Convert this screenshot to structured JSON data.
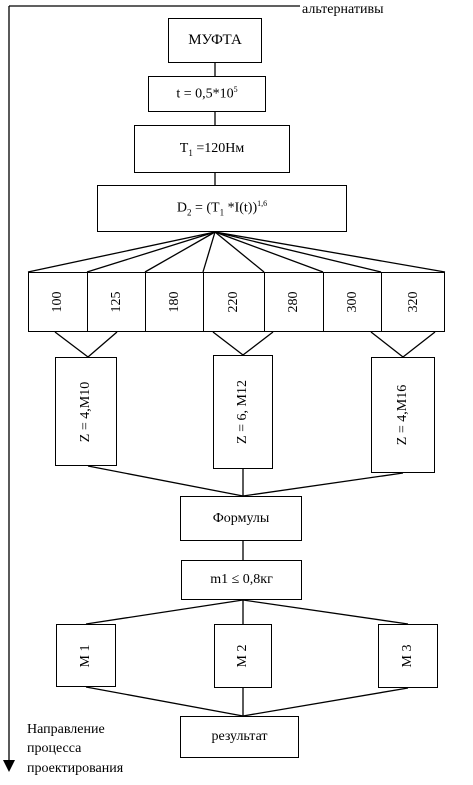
{
  "top_label": "альтернативы",
  "direction_label": [
    "Направление",
    "процесса",
    "проектирования"
  ],
  "boxes": {
    "coupling": "МУФТА",
    "time": "t = 0,5*10",
    "time_exp": "5",
    "torque_main": "T",
    "torque_sub": "1",
    "torque_rest": " =120Нм",
    "diam_D": "D",
    "diam_D_sub": "2",
    "diam_mid": " = (T",
    "diam_T_sub": "1",
    "diam_rest": " *I(t))",
    "diam_exp": "1,6",
    "formulas": "Формулы",
    "mass": "m1 ≤ 0,8кг",
    "result": "результат"
  },
  "diameters": [
    "100",
    "125",
    "180",
    "220",
    "280",
    "300",
    "320"
  ],
  "bolts": [
    "Z = 4,M10",
    "Z = 6, M12",
    "Z = 4,M16"
  ],
  "models": [
    "M 1",
    "M 2",
    "M 3"
  ]
}
